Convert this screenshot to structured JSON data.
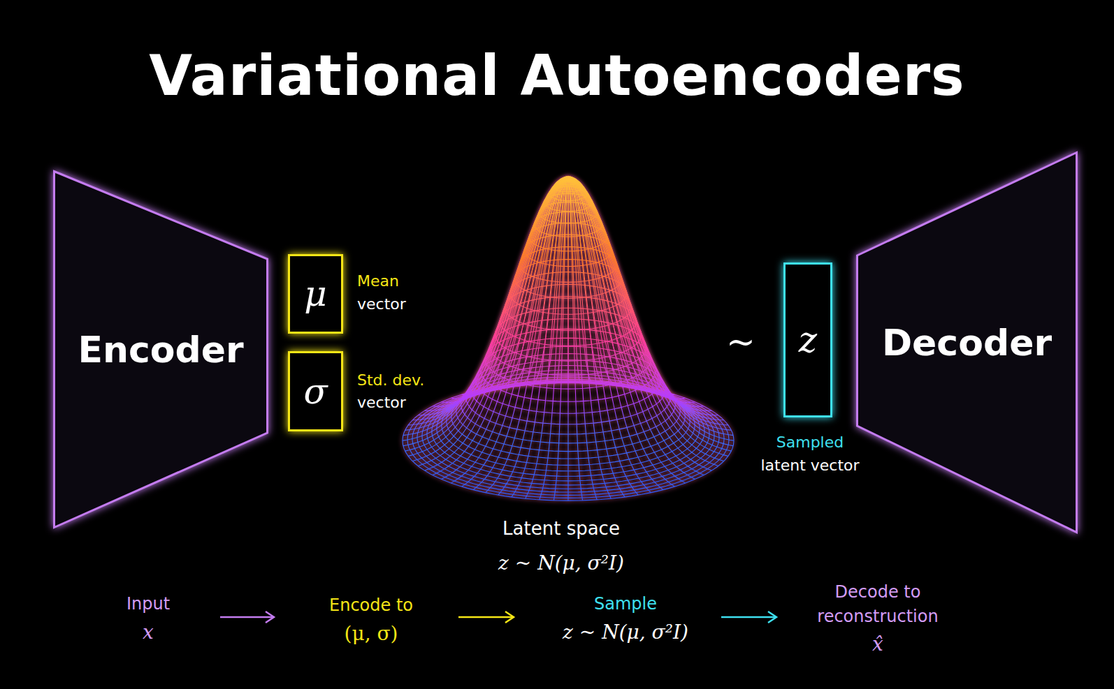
{
  "diagram": {
    "title": "Variational Autoencoders",
    "nodes": [
      {
        "text": [
          "Encoder"
        ]
      },
      {
        "text": [
          "μ"
        ]
      },
      {
        "text": [
          "σ"
        ]
      },
      {
        "text": [
          "z"
        ]
      },
      {
        "text": [
          "Decoder"
        ]
      }
    ],
    "labels": [
      "Mean",
      "vector",
      "Std. dev.",
      "vector",
      "~",
      "Latent space",
      "z ~ N(μ, σ²I)",
      "Sampled",
      "latent vector",
      "Input",
      "x",
      "Encode to",
      "(μ, σ)",
      "Sample",
      "z ~ N(μ, σ²I)",
      "Decode to reconstruction",
      "x̂"
    ]
  }
}
